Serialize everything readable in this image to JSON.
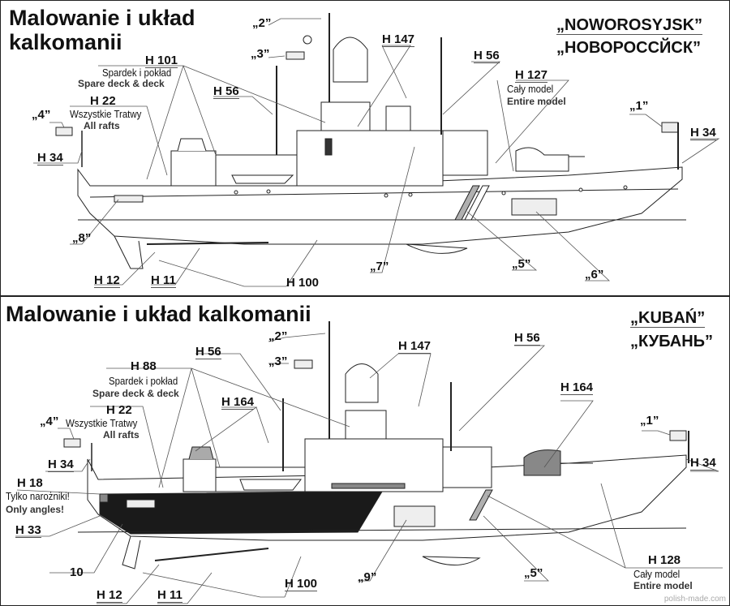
{
  "top": {
    "title": "Malowanie i układ kalkomanii",
    "ship_name_latin": "„NOWOROSYJSK”",
    "ship_name_cyrillic": "„НОВОРОССЙСК”",
    "labels": {
      "d2": "„2”",
      "d3": "„3”",
      "d4": "„4”",
      "d1": "„1”",
      "d5": "„5”",
      "d6": "„6”",
      "d7": "„7”",
      "d8": "„8”",
      "h101": "H 101",
      "spardek": "Spardek i pokład",
      "spare_deck": "Spare deck & deck",
      "h56a": "H 56",
      "h56b": "H 56",
      "h22": "H 22",
      "tratwy": "Wszystkie Tratwy",
      "rafts": "All rafts",
      "h34a": "H 34",
      "h34b": "H 34",
      "h147": "H 147",
      "h127": "H 127",
      "caly": "Cały model",
      "entire": "Entire model",
      "h12": "H 12",
      "h11": "H 11",
      "h100": "H 100"
    }
  },
  "bottom": {
    "title": "Malowanie i układ kalkomanii",
    "ship_name_latin": "„KUBAŃ”",
    "ship_name_cyrillic": "„КУБАНЬ”",
    "labels": {
      "d2": "„2”",
      "d3": "„3”",
      "d4": "„4”",
      "d1": "„1”",
      "d5": "„5”",
      "d9": "„9”",
      "n10": "10",
      "h88": "H 88",
      "spardek": "Spardek i pokład",
      "spare_deck": "Spare deck & deck",
      "h56a": "H 56",
      "h56b": "H 56",
      "h164a": "H 164",
      "h164b": "H 164",
      "h147": "H 147",
      "h22": "H 22",
      "tratwy": "Wszystkie Tratwy",
      "rafts": "All rafts",
      "h34a": "H 34",
      "h34b": "H 34",
      "h18": "H 18",
      "naroz": "Tylko narożniki!",
      "angles": "Only angles!",
      "h33": "H 33",
      "h12": "H 12",
      "h11": "H 11",
      "h100": "H 100",
      "h128": "H 128",
      "caly": "Cały model",
      "entire": "Entire model"
    }
  },
  "watermark": "polish-made.com",
  "colors": {
    "hull_black": "#1a1a1a",
    "stripe_grey": "#b0b0b0",
    "decal_fill": "#eeeeee",
    "line": "#222222"
  }
}
